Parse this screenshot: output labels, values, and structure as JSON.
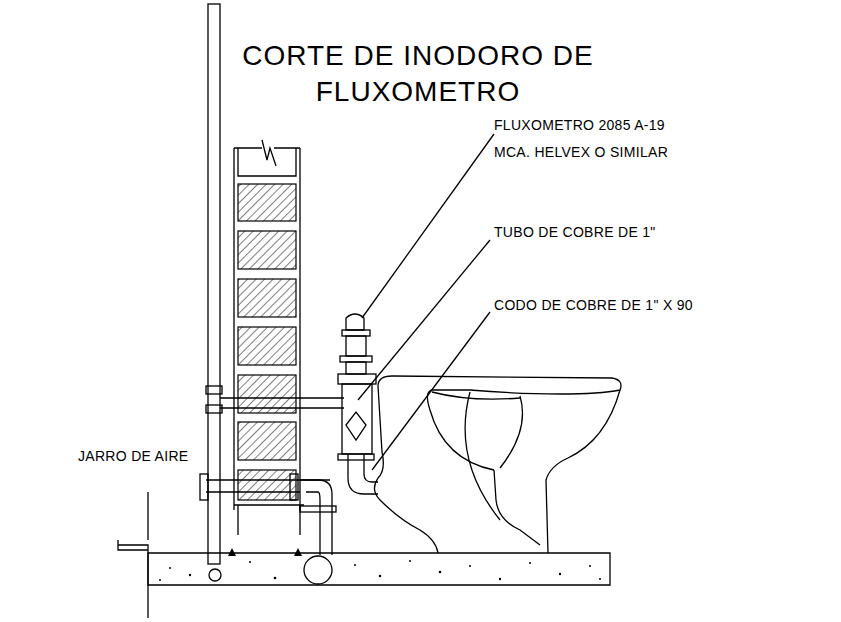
{
  "diagram": {
    "title": "CORTE DE INODORO DE FLUXOMETRO",
    "labels": [
      "FLUXOMETRO 2085 A-19 MCA. HELVEX O SIMILAR",
      "TUBO DE COBRE DE 1\"",
      "CODO DE COBRE DE 1\" X 90",
      "JARRO DE AIRE"
    ]
  }
}
